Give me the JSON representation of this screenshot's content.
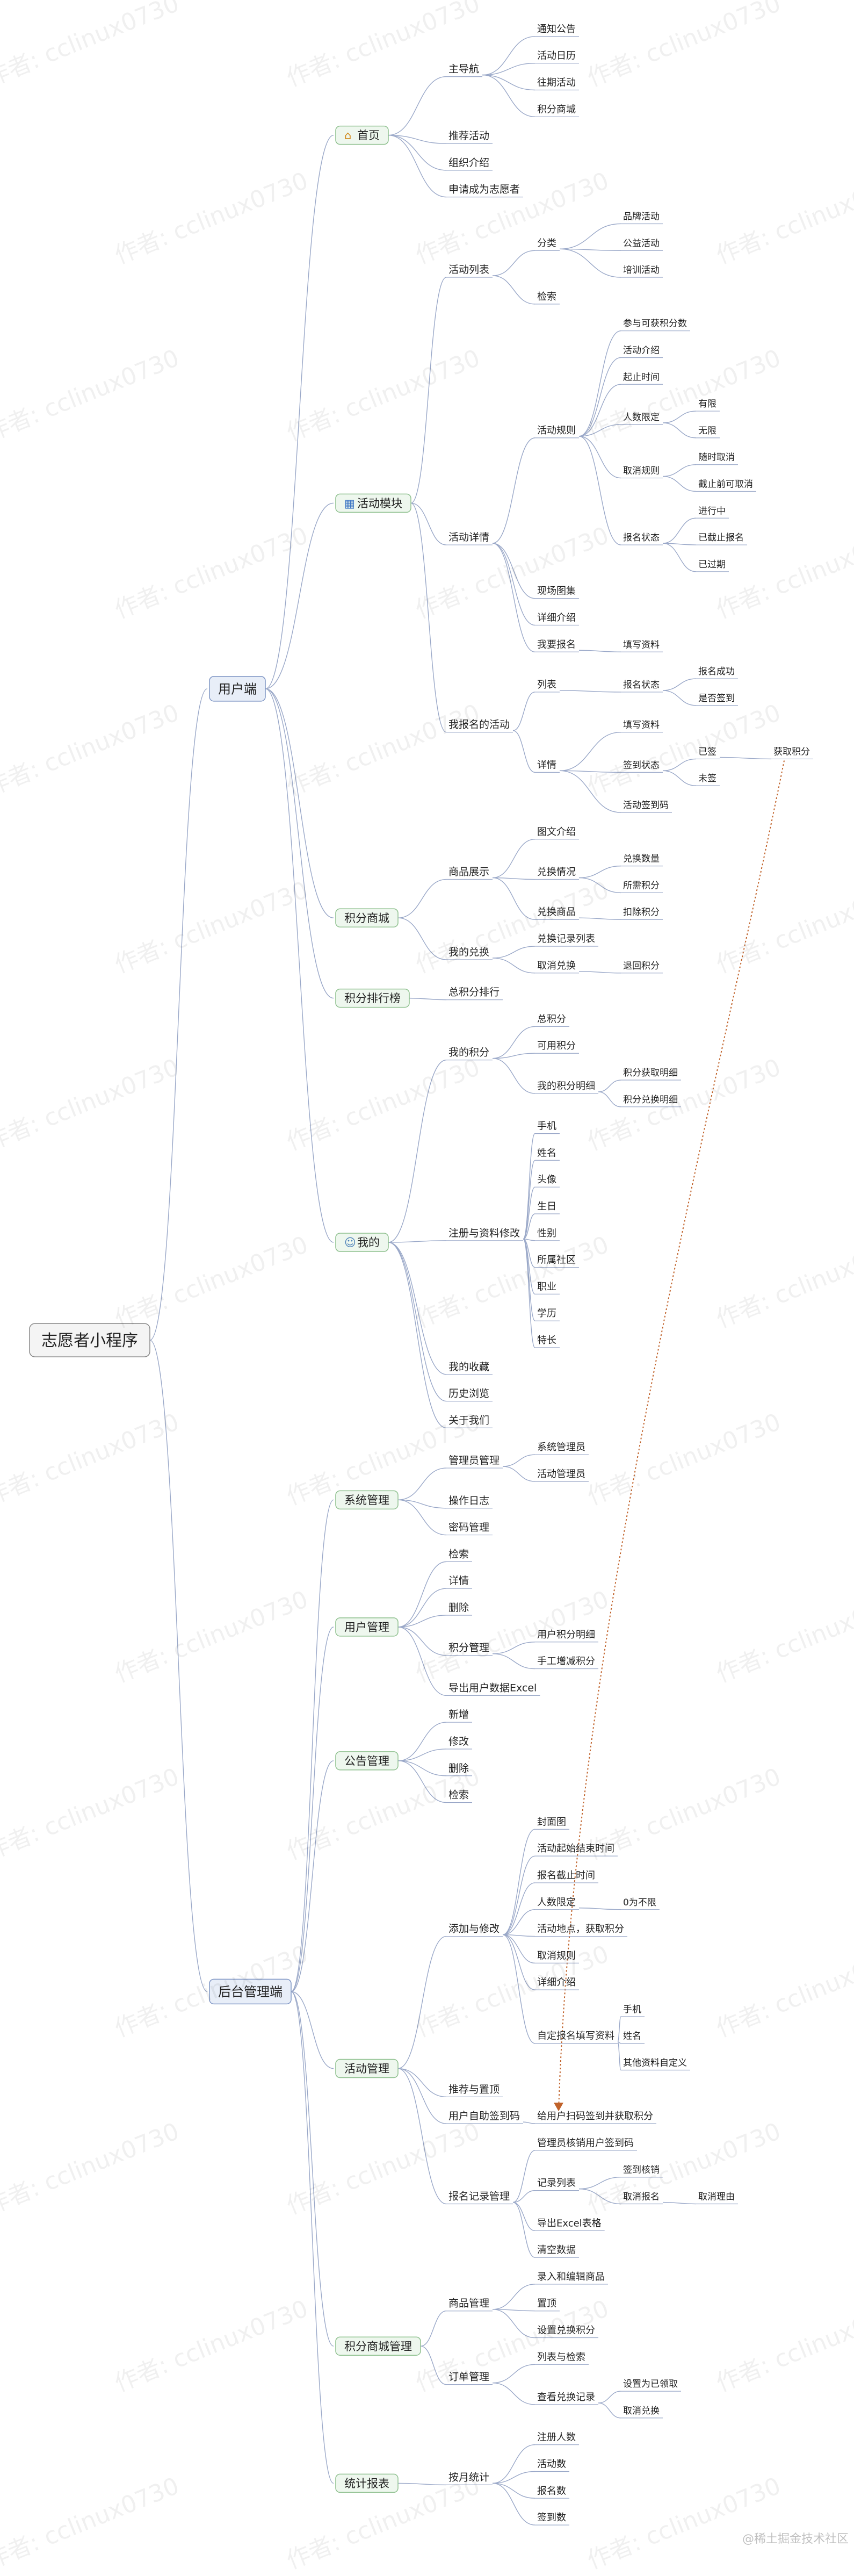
{
  "root": "志愿者小程序",
  "watermark": "作者: cclinux0730",
  "credit": "@稀土掘金技术社区",
  "colors": {
    "line": "#9aa8c8",
    "branch_fill": "#e8eef8",
    "branch_stroke": "#7e95c4",
    "module_fill": "#eef7ee",
    "module_stroke": "#8ec08e",
    "root_fill": "#f4f4f4",
    "root_stroke": "#888888",
    "text": "#222222",
    "relation": "#c0622a",
    "watermark": "rgba(0,0,0,0.06)"
  },
  "tree": [
    {
      "label": "用户端",
      "children": [
        {
          "label": "首页",
          "icon": "home-icon",
          "children": [
            {
              "label": "主导航",
              "children": [
                {
                  "label": "通知公告"
                },
                {
                  "label": "活动日历"
                },
                {
                  "label": "往期活动"
                },
                {
                  "label": "积分商城"
                }
              ]
            },
            {
              "label": "推荐活动"
            },
            {
              "label": "组织介绍"
            },
            {
              "label": "申请成为志愿者"
            }
          ]
        },
        {
          "label": "活动模块",
          "icon": "calendar-icon",
          "children": [
            {
              "label": "活动列表",
              "children": [
                {
                  "label": "分类",
                  "children": [
                    {
                      "label": "品牌活动"
                    },
                    {
                      "label": "公益活动"
                    },
                    {
                      "label": "培训活动"
                    }
                  ]
                },
                {
                  "label": "检索"
                }
              ]
            },
            {
              "label": "活动详情",
              "children": [
                {
                  "label": "活动规则",
                  "children": [
                    {
                      "label": "参与可获积分数"
                    },
                    {
                      "label": "活动介绍"
                    },
                    {
                      "label": "起止时间"
                    },
                    {
                      "label": "人数限定",
                      "children": [
                        {
                          "label": "有限"
                        },
                        {
                          "label": "无限"
                        }
                      ]
                    },
                    {
                      "label": "取消规则",
                      "children": [
                        {
                          "label": "随时取消"
                        },
                        {
                          "label": "截止前可取消"
                        }
                      ]
                    },
                    {
                      "label": "报名状态",
                      "children": [
                        {
                          "label": "进行中"
                        },
                        {
                          "label": "已截止报名"
                        },
                        {
                          "label": "已过期"
                        }
                      ]
                    }
                  ]
                },
                {
                  "label": "现场图集"
                },
                {
                  "label": "详细介绍"
                },
                {
                  "label": "我要报名",
                  "children": [
                    {
                      "label": "填写资料"
                    }
                  ]
                }
              ]
            },
            {
              "label": "我报名的活动",
              "children": [
                {
                  "label": "列表",
                  "children": [
                    {
                      "label": "报名状态",
                      "children": [
                        {
                          "label": "报名成功"
                        },
                        {
                          "label": "是否签到"
                        }
                      ]
                    }
                  ]
                },
                {
                  "label": "详情",
                  "children": [
                    {
                      "label": "填写资料"
                    },
                    {
                      "label": "签到状态",
                      "children": [
                        {
                          "label": "已签",
                          "children": [
                            {
                              "label": "获取积分"
                            }
                          ]
                        },
                        {
                          "label": "未签"
                        }
                      ]
                    },
                    {
                      "label": "活动签到码"
                    }
                  ]
                }
              ]
            }
          ]
        },
        {
          "label": "积分商城",
          "children": [
            {
              "label": "商品展示",
              "children": [
                {
                  "label": "图文介绍"
                },
                {
                  "label": "兑换情况",
                  "children": [
                    {
                      "label": "兑换数量"
                    },
                    {
                      "label": "所需积分"
                    }
                  ]
                },
                {
                  "label": "兑换商品",
                  "children": [
                    {
                      "label": "扣除积分"
                    }
                  ]
                }
              ]
            },
            {
              "label": "我的兑换",
              "children": [
                {
                  "label": "兑换记录列表"
                },
                {
                  "label": "取消兑换",
                  "children": [
                    {
                      "label": "退回积分"
                    }
                  ]
                }
              ]
            }
          ]
        },
        {
          "label": "积分排行榜",
          "children": [
            {
              "label": "总积分排行"
            }
          ]
        },
        {
          "label": "我的",
          "icon": "user-icon",
          "children": [
            {
              "label": "我的积分",
              "children": [
                {
                  "label": "总积分"
                },
                {
                  "label": "可用积分"
                },
                {
                  "label": "我的积分明细",
                  "children": [
                    {
                      "label": "积分获取明细"
                    },
                    {
                      "label": "积分兑换明细"
                    }
                  ]
                }
              ]
            },
            {
              "label": "注册与资料修改",
              "children": [
                {
                  "label": "手机"
                },
                {
                  "label": "姓名"
                },
                {
                  "label": "头像"
                },
                {
                  "label": "生日"
                },
                {
                  "label": "性别"
                },
                {
                  "label": "所属社区"
                },
                {
                  "label": "职业"
                },
                {
                  "label": "学历"
                },
                {
                  "label": "特长"
                }
              ]
            },
            {
              "label": "我的收藏"
            },
            {
              "label": "历史浏览"
            },
            {
              "label": "关于我们"
            }
          ]
        }
      ]
    },
    {
      "label": "后台管理端",
      "children": [
        {
          "label": "系统管理",
          "children": [
            {
              "label": "管理员管理",
              "children": [
                {
                  "label": "系统管理员"
                },
                {
                  "label": "活动管理员"
                }
              ]
            },
            {
              "label": "操作日志"
            },
            {
              "label": "密码管理"
            }
          ]
        },
        {
          "label": "用户管理",
          "children": [
            {
              "label": "检索"
            },
            {
              "label": "详情"
            },
            {
              "label": "删除"
            },
            {
              "label": "积分管理",
              "children": [
                {
                  "label": "用户积分明细"
                },
                {
                  "label": "手工增减积分"
                }
              ]
            },
            {
              "label": "导出用户数据Excel"
            }
          ]
        },
        {
          "label": "公告管理",
          "children": [
            {
              "label": "新增"
            },
            {
              "label": "修改"
            },
            {
              "label": "删除"
            },
            {
              "label": "检索"
            }
          ]
        },
        {
          "label": "活动管理",
          "children": [
            {
              "label": "添加与修改",
              "children": [
                {
                  "label": "封面图"
                },
                {
                  "label": "活动起始结束时间"
                },
                {
                  "label": "报名截止时间"
                },
                {
                  "label": "人数限定",
                  "children": [
                    {
                      "label": "0为不限"
                    }
                  ]
                },
                {
                  "label": "活动地点，获取积分"
                },
                {
                  "label": "取消规则"
                },
                {
                  "label": "详细介绍"
                },
                {
                  "label": "自定报名填写资料",
                  "children": [
                    {
                      "label": "手机"
                    },
                    {
                      "label": "姓名"
                    },
                    {
                      "label": "其他资料自定义"
                    }
                  ]
                }
              ]
            },
            {
              "label": "推荐与置顶"
            },
            {
              "label": "用户自助签到码",
              "children": [
                {
                  "label": "给用户扫码签到并获取积分"
                }
              ]
            },
            {
              "label": "报名记录管理",
              "children": [
                {
                  "label": "管理员核销用户签到码"
                },
                {
                  "label": "记录列表",
                  "children": [
                    {
                      "label": "签到核销"
                    },
                    {
                      "label": "取消报名",
                      "children": [
                        {
                          "label": "取消理由"
                        }
                      ]
                    }
                  ]
                },
                {
                  "label": "导出Excel表格"
                },
                {
                  "label": "清空数据"
                }
              ]
            }
          ]
        },
        {
          "label": "积分商城管理",
          "children": [
            {
              "label": "商品管理",
              "children": [
                {
                  "label": "录入和编辑商品"
                },
                {
                  "label": "置顶"
                },
                {
                  "label": "设置兑换积分"
                }
              ]
            },
            {
              "label": "订单管理",
              "children": [
                {
                  "label": "列表与检索"
                },
                {
                  "label": "查看兑换记录",
                  "children": [
                    {
                      "label": "设置为已领取"
                    },
                    {
                      "label": "取消兑换"
                    }
                  ]
                }
              ]
            }
          ]
        },
        {
          "label": "统计报表",
          "children": [
            {
              "label": "按月统计",
              "children": [
                {
                  "label": "注册人数"
                },
                {
                  "label": "活动数"
                },
                {
                  "label": "报名数"
                },
                {
                  "label": "签到数"
                }
              ]
            }
          ]
        }
      ]
    }
  ]
}
